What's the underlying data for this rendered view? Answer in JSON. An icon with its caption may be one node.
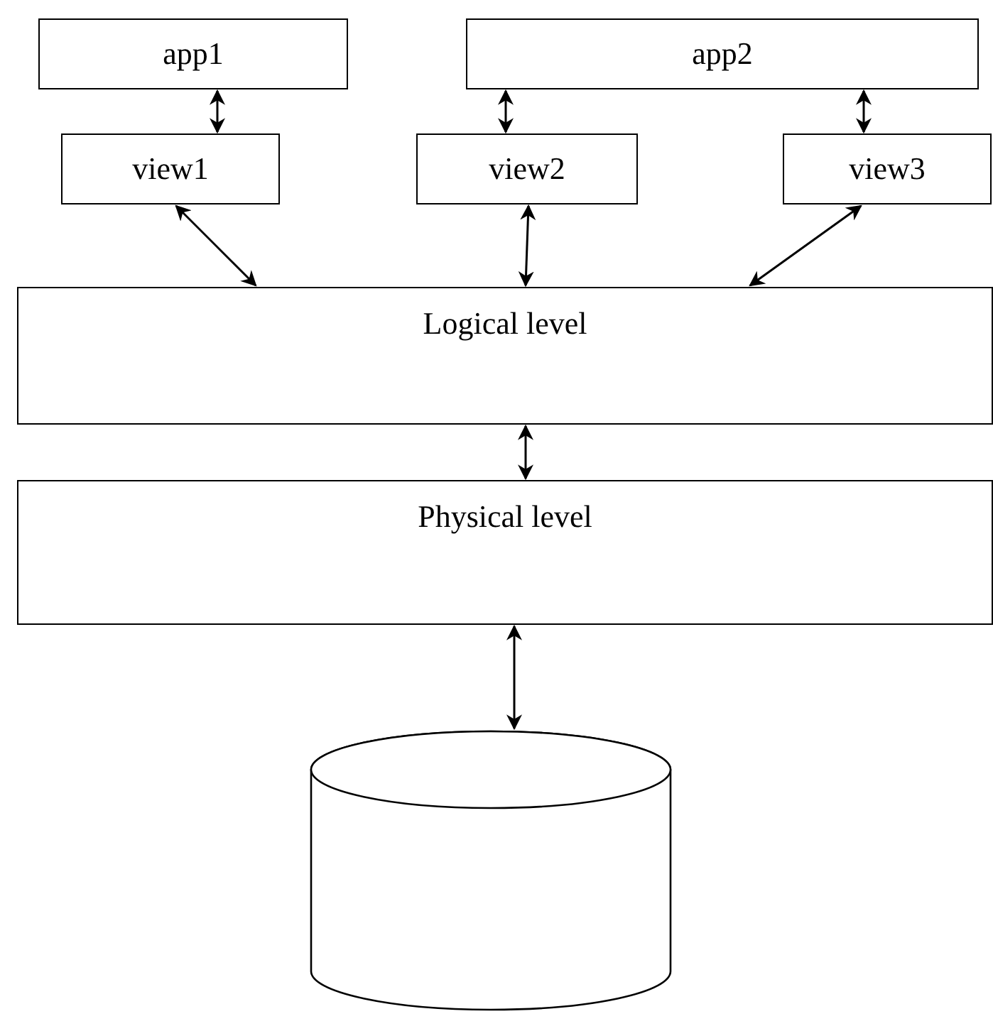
{
  "diagram": {
    "nodes": [
      {
        "text": [
          "app1"
        ]
      },
      {
        "text": [
          "app2"
        ]
      },
      {
        "text": [
          "view1"
        ]
      },
      {
        "text": [
          "view2"
        ]
      },
      {
        "text": [
          "view3"
        ]
      },
      {
        "text": [
          "Logical level"
        ]
      },
      {
        "text": [
          "Physical level"
        ]
      },
      {
        "text": [],
        "shape": "cylinder"
      }
    ],
    "edges": [
      {
        "from": 0,
        "to": 2,
        "arrow": "both"
      },
      {
        "from": 1,
        "to": 3,
        "arrow": "both"
      },
      {
        "from": 1,
        "to": 4,
        "arrow": "both"
      },
      {
        "from": 2,
        "to": 5,
        "arrow": "both"
      },
      {
        "from": 3,
        "to": 5,
        "arrow": "both"
      },
      {
        "from": 4,
        "to": 5,
        "arrow": "both"
      },
      {
        "from": 5,
        "to": 6,
        "arrow": "both"
      },
      {
        "from": 6,
        "to": 7,
        "arrow": "both"
      }
    ]
  }
}
